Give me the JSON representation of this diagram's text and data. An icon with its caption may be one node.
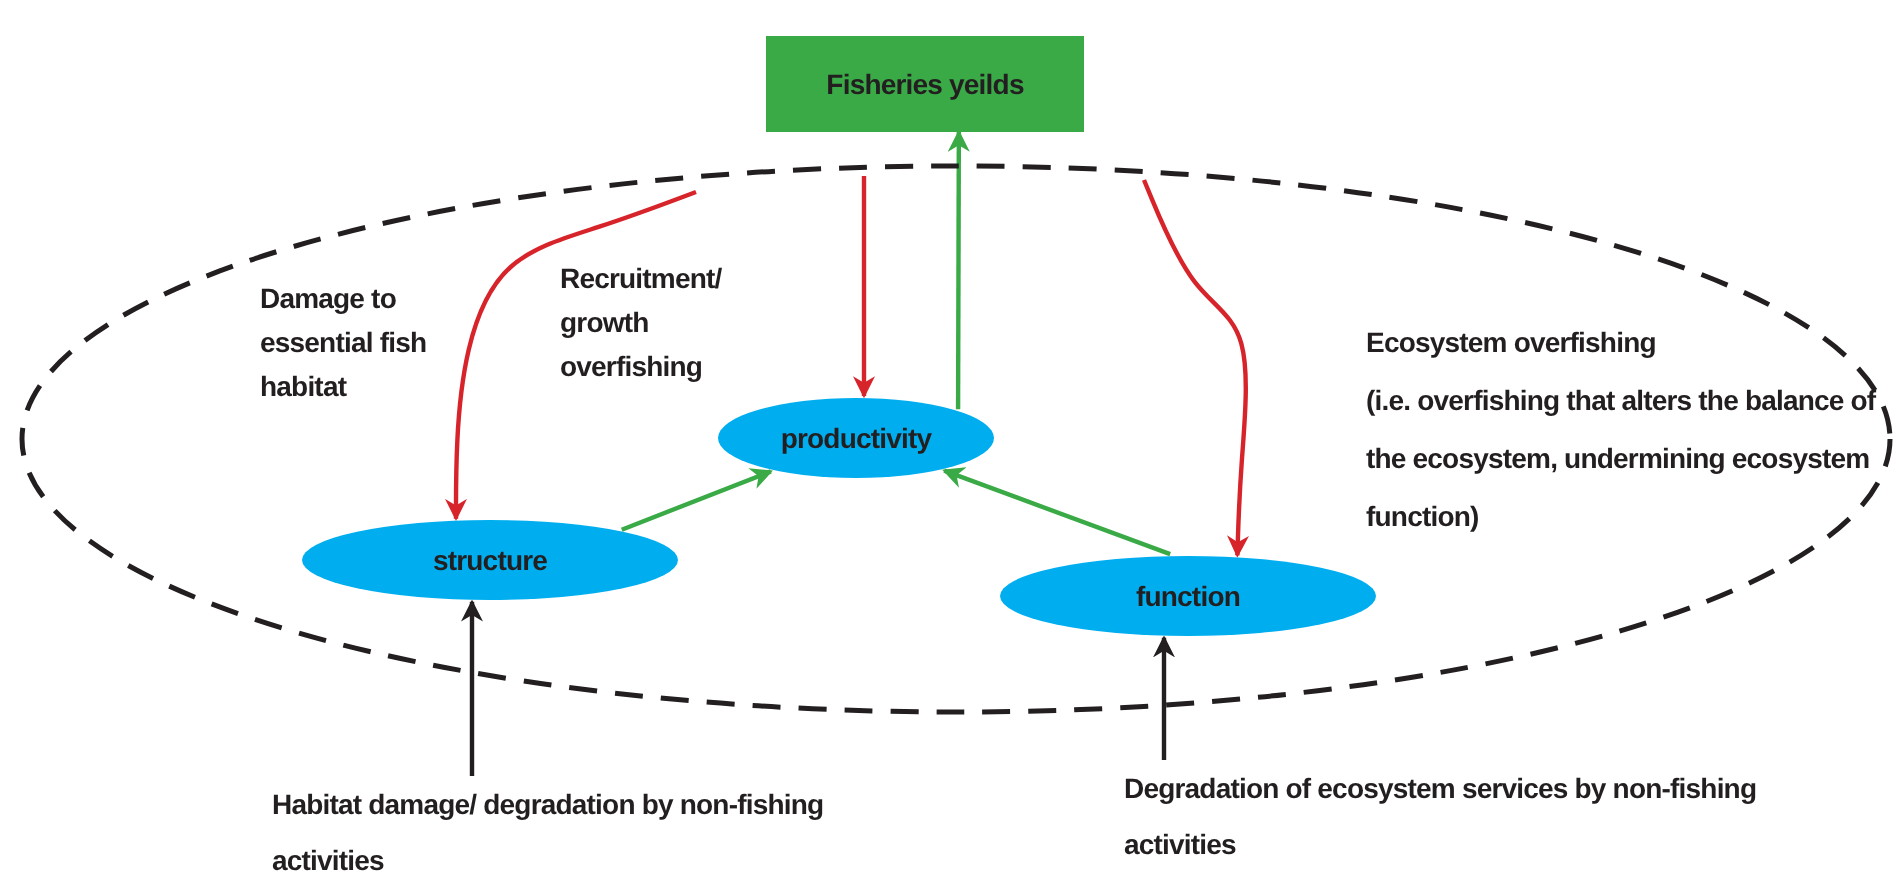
{
  "diagram": {
    "nodes": [
      {
        "text": [
          "Fisheries yeilds"
        ]
      },
      {
        "text": [],
        "shape": "ellipse"
      },
      {
        "text": [
          "productivity"
        ],
        "in": 1
      },
      {
        "text": [
          "structure"
        ],
        "in": 1
      },
      {
        "text": [
          "function"
        ],
        "in": 1
      },
      {
        "text": [
          "Habitat damage/ degradation by non-fishing activities"
        ]
      },
      {
        "text": [
          "Degradation of ecosystem services by non-fishing activities"
        ]
      }
    ],
    "edges": [
      {
        "from": null,
        "to": 3,
        "arrow": "to",
        "color": "#d7242b"
      },
      {
        "from": null,
        "to": 2,
        "arrow": "to",
        "color": "#d7242b"
      },
      {
        "from": 2,
        "to": 0,
        "arrow": "to",
        "color": "#3aaa47"
      },
      {
        "from": null,
        "to": 4,
        "arrow": "to",
        "color": "#d7242b"
      },
      {
        "from": 3,
        "to": 2,
        "arrow": "to",
        "color": "#3aaa47"
      },
      {
        "from": 4,
        "to": 2,
        "arrow": "to",
        "color": "#3aaa47"
      },
      {
        "from": 5,
        "to": 3,
        "arrow": "to",
        "color": "#231f20"
      },
      {
        "from": 6,
        "to": 4,
        "arrow": "to",
        "color": "#231f20"
      }
    ],
    "labels": [
      "Damage to essential fish habitat",
      "Recruitment/ growth overfishing",
      "Ecosystem overfishing",
      "(i.e. overfishing that alters the balance of the ecosystem, undermining ecosystem function)"
    ]
  }
}
